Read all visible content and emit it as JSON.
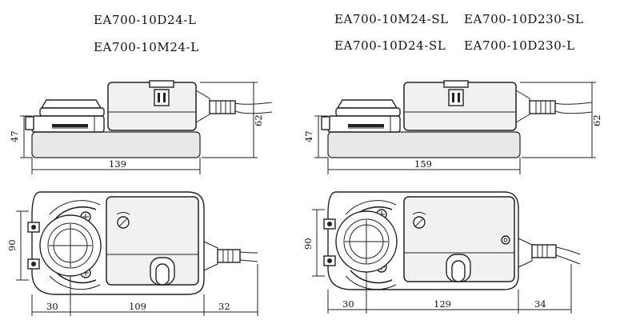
{
  "models": {
    "left": [
      "EA700-10D24-L",
      "EA700-10M24-L"
    ],
    "right_row1": [
      "EA700-10M24-SL",
      "EA700-10D230-SL"
    ],
    "right_row2": [
      "EA700-10D24-SL",
      "EA700-10D230-L"
    ]
  },
  "left_side_view": {
    "height_small": "47",
    "height_total": "62",
    "length": "139"
  },
  "right_side_view": {
    "height_small": "47",
    "height_total": "62",
    "length": "159"
  },
  "left_top_view": {
    "width": "90",
    "seg_a": "30",
    "seg_b": "109",
    "seg_c": "32"
  },
  "right_top_view": {
    "width": "90",
    "seg_a": "30",
    "seg_b": "129",
    "seg_c": "34"
  },
  "icons": [
    "terminal-screw-icon",
    "cable-gland-icon",
    "release-button-icon",
    "adjust-screw-icon"
  ]
}
